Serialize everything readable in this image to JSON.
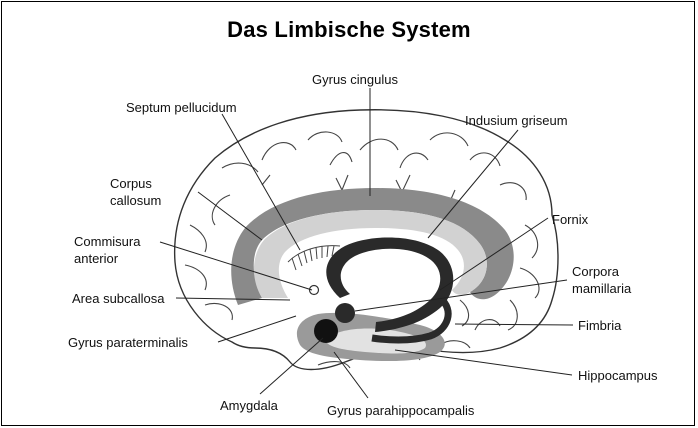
{
  "title": "Das Limbische System",
  "labels": {
    "gyrus_cingulus": "Gyrus cingulus",
    "septum_pellucidum": "Septum pellucidum",
    "indusium_griseum": "Indusium griseum",
    "corpus_callosum_1": "Corpus",
    "corpus_callosum_2": "callosum",
    "fornix": "Fornix",
    "commisura_anterior_1": "Commisura",
    "commisura_anterior_2": "anterior",
    "corpora_mamillaria_1": "Corpora",
    "corpora_mamillaria_2": "mamillaria",
    "area_subcallosa": "Area subcallosa",
    "fimbria": "Fimbria",
    "gyrus_paraterminalis": "Gyrus paraterminalis",
    "hippocampus": "Hippocampus",
    "amygdala": "Amygdala",
    "gyrus_parahippocampalis": "Gyrus parahippocampalis"
  },
  "colors": {
    "dark_gray": "#888888",
    "light_gray": "#d0d0d0",
    "structure_black": "#2a2a2a",
    "outline": "#333333"
  }
}
